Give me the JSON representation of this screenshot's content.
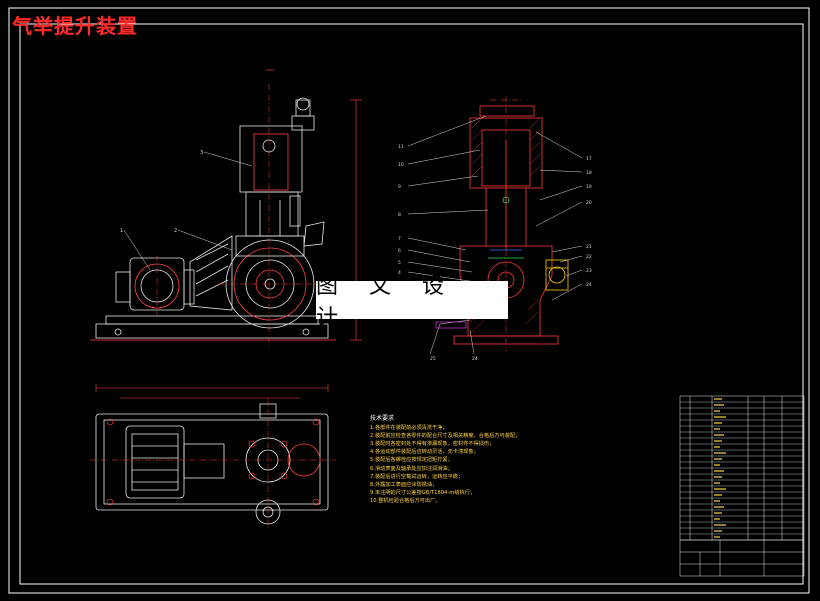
{
  "drawing": {
    "title": "气举提升装置",
    "watermark": "图 文 设 计",
    "notes_heading": "技术要求",
    "notes": [
      "1.各部件在装配前必须清洗干净；",
      "2.装配前应检查各零件的配合尺寸及相关精度，合格后方可装配；",
      "3.装配时各密封处不得有渗漏现象，密封件不得损伤；",
      "4.各运动部件装配后应转动灵活，无卡滞现象；",
      "5.装配后各螺栓应按规定扭矩拧紧；",
      "6.滑动表面及轴承处应加注润滑油；",
      "7.装配后进行空载试运转，运转应平稳；",
      "8.外露加工表面应涂防锈油；",
      "9.未注明的尺寸公差按GB/T1804-m级执行；",
      "10.整机检验合格后方可出厂。"
    ],
    "balloons_left": [
      "3",
      "2",
      "1"
    ],
    "balloons_section_left": [
      "11",
      "10",
      "9",
      "8",
      "7",
      "6",
      "5",
      "4"
    ],
    "balloons_section_right": [
      "17",
      "18",
      "19",
      "20",
      "21",
      "22",
      "23",
      "24"
    ],
    "balloons_bottom": [
      "25",
      "24"
    ]
  },
  "colors": {
    "frame": "#ffffff",
    "outline": "#e8e8e8",
    "dimension": "#ff4040",
    "centerline": "#ff3030",
    "section": "#ff3a3a",
    "hatch": "#c83030",
    "leader": "#d8d8d8",
    "notes": "#ffd23a",
    "yellow": "#ffd200",
    "blue": "#3a78ff",
    "green": "#30e050",
    "magenta": "#ff40ff"
  }
}
